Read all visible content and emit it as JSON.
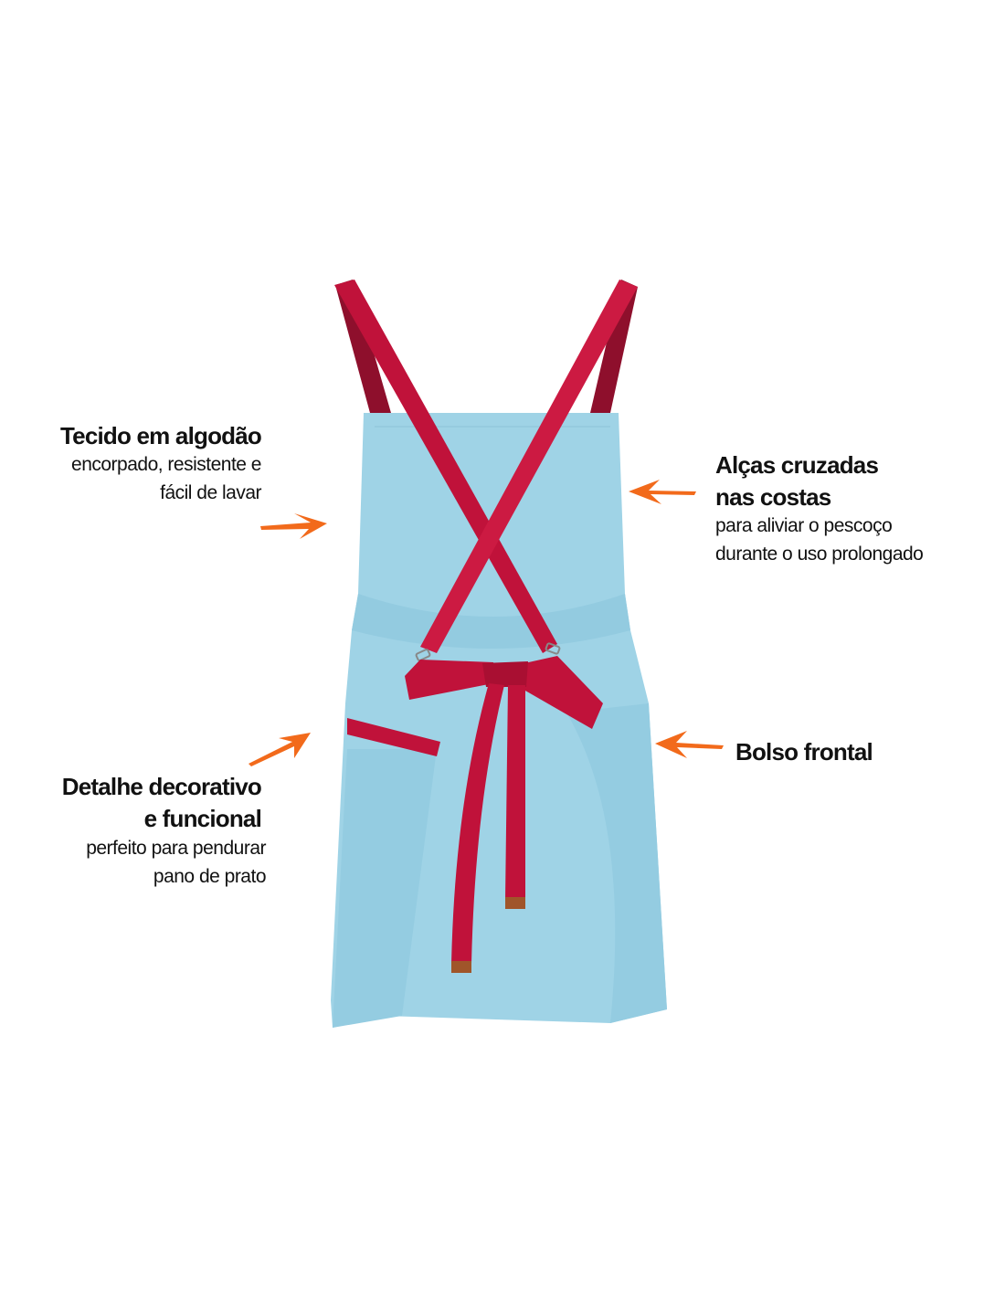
{
  "colors": {
    "apron": "#9fd3e6",
    "strap": "#c0123a",
    "arrow": "#f26a1b",
    "leather": "#a0552a"
  },
  "callouts": [
    {
      "title": "Tecido em algodão",
      "lines": [
        "encorpado, resistente e",
        "fácil de lavar"
      ]
    },
    {
      "title_lines": [
        "Alças cruzadas",
        "nas costas"
      ],
      "lines": [
        "para aliviar o pescoço",
        "durante o uso prolongado"
      ]
    },
    {
      "title": "Bolso frontal"
    },
    {
      "title_lines": [
        "Detalhe decorativo",
        "e funcional"
      ],
      "lines": [
        "perfeito para pendurar",
        "pano de prato"
      ]
    }
  ]
}
